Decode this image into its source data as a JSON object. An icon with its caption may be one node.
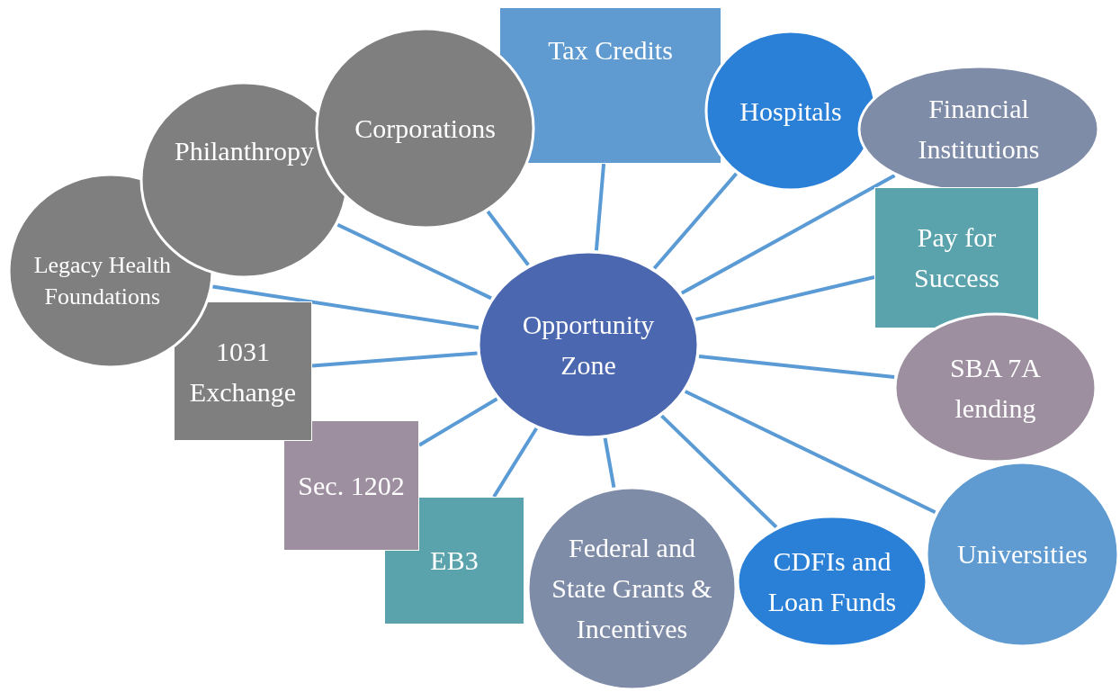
{
  "diagram": {
    "nodes": [
      {
        "text": [
          "Opportunity Zone"
        ]
      },
      {
        "text": [
          "Tax Credits"
        ]
      },
      {
        "text": [
          "Hospitals"
        ]
      },
      {
        "text": [
          "Financial Institutions"
        ]
      },
      {
        "text": [
          "Pay for Success"
        ]
      },
      {
        "text": [
          "SBA 7A lending"
        ]
      },
      {
        "text": [
          "Universities"
        ]
      },
      {
        "text": [
          "CDFIs and Loan Funds"
        ]
      },
      {
        "text": [
          "Federal and State Grants & Incentives"
        ]
      },
      {
        "text": [
          "EB3"
        ]
      },
      {
        "text": [
          "Sec. 1202"
        ]
      },
      {
        "text": [
          "1031 Exchange"
        ]
      },
      {
        "text": [
          "Legacy Health Foundations"
        ]
      },
      {
        "text": [
          "Philanthropy"
        ]
      },
      {
        "text": [
          "Corporations"
        ]
      }
    ],
    "edges": [
      {
        "from": 0,
        "to": 1,
        "arrow": "none"
      },
      {
        "from": 0,
        "to": 2,
        "arrow": "none"
      },
      {
        "from": 0,
        "to": 3,
        "arrow": "none"
      },
      {
        "from": 0,
        "to": 4,
        "arrow": "none"
      },
      {
        "from": 0,
        "to": 5,
        "arrow": "none"
      },
      {
        "from": 0,
        "to": 6,
        "arrow": "none"
      },
      {
        "from": 0,
        "to": 7,
        "arrow": "none"
      },
      {
        "from": 0,
        "to": 8,
        "arrow": "none"
      },
      {
        "from": 0,
        "to": 9,
        "arrow": "none"
      },
      {
        "from": 0,
        "to": 10,
        "arrow": "none"
      },
      {
        "from": 0,
        "to": 11,
        "arrow": "none"
      },
      {
        "from": 0,
        "to": 12,
        "arrow": "none"
      },
      {
        "from": 0,
        "to": 13,
        "arrow": "none"
      },
      {
        "from": 0,
        "to": 14,
        "arrow": "none"
      }
    ]
  }
}
